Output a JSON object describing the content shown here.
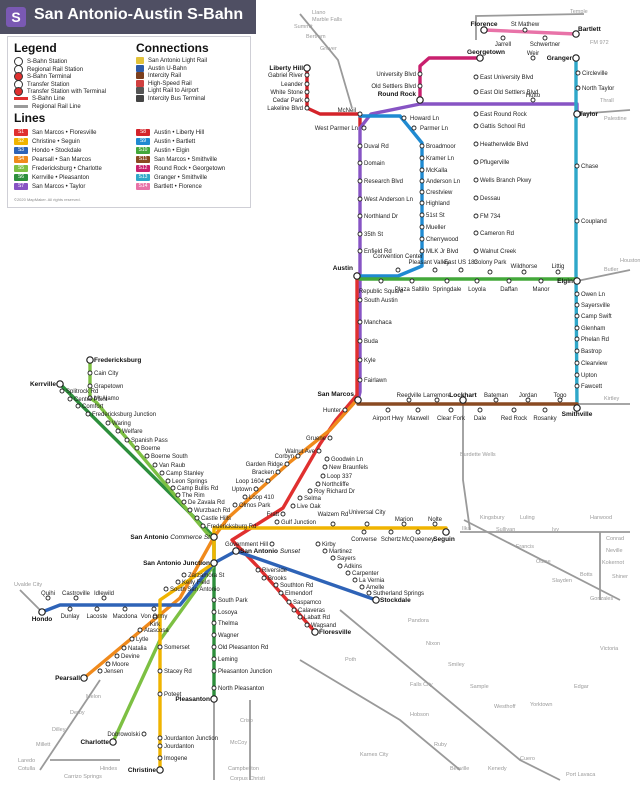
{
  "header": {
    "badge": "S",
    "title": "San Antonio-Austin S-Bahn"
  },
  "legend": {
    "title": "Legend",
    "items": [
      {
        "label": "S-Bahn Station",
        "type": "sbahn-station"
      },
      {
        "label": "Regional Rail Station",
        "type": "regional-station"
      },
      {
        "label": "S-Bahn Terminal",
        "type": "sbahn-terminal"
      },
      {
        "label": "Transfer Station",
        "type": "transfer"
      },
      {
        "label": "Transfer Station with Terminal",
        "type": "transfer-terminal"
      },
      {
        "label": "S-Bahn Line",
        "type": "sbahn-line"
      },
      {
        "label": "Regional Rail Line",
        "type": "regional-line"
      }
    ],
    "connections_title": "Connections",
    "connections": [
      {
        "label": "San Antonio Light Rail",
        "color": "#e2c23a"
      },
      {
        "label": "Austin U-Bahn",
        "color": "#2d5aa8"
      },
      {
        "label": "Intercity Rail",
        "color": "#7a3f1f"
      },
      {
        "label": "High-Speed Rail",
        "color": "#d04040"
      },
      {
        "label": "Light Rail to Airport",
        "color": "#555555"
      },
      {
        "label": "Intercity Bus Terminal",
        "color": "#444444"
      }
    ],
    "lines_title": "Lines",
    "lines": [
      {
        "code": "S1",
        "label": "San Marcos • Floresville",
        "color": "#e0302f"
      },
      {
        "code": "S2",
        "label": "Christine • Seguin",
        "color": "#f0b400"
      },
      {
        "code": "S3",
        "label": "Hondo • Stockdale",
        "color": "#2e63b7"
      },
      {
        "code": "S4",
        "label": "Pearsall • San Marcos",
        "color": "#f08a1c"
      },
      {
        "code": "S5",
        "label": "Fredericksburg • Charlotte",
        "color": "#7dc043"
      },
      {
        "code": "S6",
        "label": "Kerrville • Pleasanton",
        "color": "#2d8f3c"
      },
      {
        "code": "S7",
        "label": "San Marcos • Taylor",
        "color": "#8754c4"
      },
      {
        "code": "S8",
        "label": "Austin • Liberty Hill",
        "color": "#d4232a"
      },
      {
        "code": "S9",
        "label": "Austin • Bartlett",
        "color": "#1f8ad1"
      },
      {
        "code": "S10",
        "label": "Austin • Elgin",
        "color": "#43a83a"
      },
      {
        "code": "S11",
        "label": "San Marcos • Smithville",
        "color": "#8a4a22"
      },
      {
        "code": "S12",
        "label": "Round Rock • Georgetown",
        "color": "#c9206e"
      },
      {
        "code": "S13",
        "label": "Granger • Smithville",
        "color": "#2ea7c9"
      },
      {
        "code": "S14",
        "label": "Bartlett • Florence",
        "color": "#e873a8"
      }
    ],
    "copyright": "©2020 MapMaker. All rights reserved."
  },
  "stations": [
    {
      "id": "liberty-hill",
      "label": "Liberty Hill",
      "bold": true
    },
    {
      "id": "gabriel-river",
      "label": "Gabriel River"
    },
    {
      "id": "leander",
      "label": "Leander"
    },
    {
      "id": "white-stone",
      "label": "White Stone"
    },
    {
      "id": "cedar-park",
      "label": "Cedar Park"
    },
    {
      "id": "lakeline-blvd",
      "label": "Lakeline Blvd"
    },
    {
      "id": "mcneil",
      "label": "McNeil"
    },
    {
      "id": "university-blvd",
      "label": "University Blvd"
    },
    {
      "id": "old-settlers-blvd",
      "label": "Old Settlers Blvd"
    },
    {
      "id": "round-rock",
      "label": "Round Rock",
      "bold": true
    },
    {
      "id": "howard-ln",
      "label": "Howard Ln"
    },
    {
      "id": "parmer-ln",
      "label": "Parmer Ln"
    },
    {
      "id": "west-parmer-ln",
      "label": "West Parmer Ln"
    },
    {
      "id": "duval-rd",
      "label": "Duval Rd"
    },
    {
      "id": "domain",
      "label": "Domain"
    },
    {
      "id": "research-blvd",
      "label": "Research Blvd"
    },
    {
      "id": "west-anderson-ln",
      "label": "West Anderson Ln"
    },
    {
      "id": "northland-dr",
      "label": "Northland Dr"
    },
    {
      "id": "35th-st",
      "label": "35th St"
    },
    {
      "id": "enfield-rd",
      "label": "Enfield Rd"
    },
    {
      "id": "broadmoor",
      "label": "Broadmoor"
    },
    {
      "id": "kramer-ln",
      "label": "Kramer Ln"
    },
    {
      "id": "mckalla",
      "label": "McKalla"
    },
    {
      "id": "anderson-ln",
      "label": "Anderson Ln"
    },
    {
      "id": "crestview",
      "label": "Crestview"
    },
    {
      "id": "highland",
      "label": "Highland"
    },
    {
      "id": "51st-st",
      "label": "51st St"
    },
    {
      "id": "mueller",
      "label": "Mueller"
    },
    {
      "id": "cherrywood",
      "label": "Cherrywood"
    },
    {
      "id": "mlk-jr-blvd",
      "label": "MLK Jr Blvd"
    },
    {
      "id": "convention-center",
      "label": "Convention Center"
    },
    {
      "id": "pleasant-valley",
      "label": "Pleasant Valley"
    },
    {
      "id": "east-us-183",
      "label": "East US 183"
    },
    {
      "id": "colony-park",
      "label": "Colony Park"
    },
    {
      "id": "wildhorse",
      "label": "Wildhorse"
    },
    {
      "id": "littig",
      "label": "Littig"
    },
    {
      "id": "florence",
      "label": "Florence",
      "bold": true
    },
    {
      "id": "jarrell",
      "label": "Jarrell"
    },
    {
      "id": "st-mathew",
      "label": "St Mathew"
    },
    {
      "id": "schwertner",
      "label": "Schwertner"
    },
    {
      "id": "bartlett",
      "label": "Bartlett",
      "bold": true
    },
    {
      "id": "georgetown",
      "label": "Georgetown",
      "bold": true
    },
    {
      "id": "weir",
      "label": "Weir"
    },
    {
      "id": "granger",
      "label": "Granger",
      "bold": true
    },
    {
      "id": "circleville",
      "label": "Circleville"
    },
    {
      "id": "north-taylor",
      "label": "North Taylor"
    },
    {
      "id": "east-university-blvd",
      "label": "East University Blvd"
    },
    {
      "id": "east-old-settlers-blvd",
      "label": "East Old Settlers Blvd"
    },
    {
      "id": "hutto",
      "label": "Hutto"
    },
    {
      "id": "taylor",
      "label": "Taylor",
      "bold": true
    },
    {
      "id": "east-round-rock",
      "label": "East Round Rock"
    },
    {
      "id": "gattis-school-rd",
      "label": "Gattis School Rd"
    },
    {
      "id": "heatherwilde-blvd",
      "label": "Heatherwilde Blvd"
    },
    {
      "id": "pflugerville",
      "label": "Pflugerville"
    },
    {
      "id": "wells-branch-pkwy",
      "label": "Wells Branch Pkwy"
    },
    {
      "id": "dessau",
      "label": "Dessau"
    },
    {
      "id": "fm-734",
      "label": "FM 734"
    },
    {
      "id": "cameron-rd",
      "label": "Cameron Rd"
    },
    {
      "id": "walnut-creek",
      "label": "Walnut Creek"
    },
    {
      "id": "chase",
      "label": "Chase"
    },
    {
      "id": "coupland",
      "label": "Coupland"
    },
    {
      "id": "austin",
      "label": "Austin",
      "bold": true
    },
    {
      "id": "republic-square",
      "label": "Republic Square"
    },
    {
      "id": "plaza-saltillo",
      "label": "Plaza Saltillo"
    },
    {
      "id": "springdale",
      "label": "Springdale"
    },
    {
      "id": "loyola",
      "label": "Loyola"
    },
    {
      "id": "daffan",
      "label": "Daffan"
    },
    {
      "id": "manor",
      "label": "Manor"
    },
    {
      "id": "elgin",
      "label": "Elgin",
      "bold": true
    },
    {
      "id": "owen-ln",
      "label": "Owen Ln"
    },
    {
      "id": "sayersville",
      "label": "Sayersville"
    },
    {
      "id": "camp-swift",
      "label": "Camp Swift"
    },
    {
      "id": "glenham",
      "label": "Glenham"
    },
    {
      "id": "phelan-rd",
      "label": "Phelan Rd"
    },
    {
      "id": "bastrop",
      "label": "Bastrop"
    },
    {
      "id": "clearview",
      "label": "Clearview"
    },
    {
      "id": "upton",
      "label": "Upton"
    },
    {
      "id": "fawcett",
      "label": "Fawcett"
    },
    {
      "id": "south-austin",
      "label": "South Austin"
    },
    {
      "id": "manchaca",
      "label": "Manchaca"
    },
    {
      "id": "buda",
      "label": "Buda"
    },
    {
      "id": "kyle",
      "label": "Kyle"
    },
    {
      "id": "fairlawn",
      "label": "Fairlawn"
    },
    {
      "id": "san-marcos",
      "label": "San Marcos",
      "bold": true
    },
    {
      "id": "hunter",
      "label": "Hunter"
    },
    {
      "id": "airport-hwy",
      "label": "Airport Hwy"
    },
    {
      "id": "reedville",
      "label": "Reedville"
    },
    {
      "id": "maxwell",
      "label": "Maxwell"
    },
    {
      "id": "larremore",
      "label": "Larremore"
    },
    {
      "id": "lockhart",
      "label": "Lockhart",
      "bold": true
    },
    {
      "id": "clear-fork",
      "label": "Clear Fork"
    },
    {
      "id": "dale",
      "label": "Dale"
    },
    {
      "id": "bateman",
      "label": "Bateman"
    },
    {
      "id": "red-rock",
      "label": "Red Rock"
    },
    {
      "id": "jordan",
      "label": "Jordan"
    },
    {
      "id": "rosanky",
      "label": "Rosanky"
    },
    {
      "id": "togo",
      "label": "Togo"
    },
    {
      "id": "smithville",
      "label": "Smithville",
      "bold": true
    },
    {
      "id": "fredericksburg",
      "label": "Fredericksburg",
      "bold": true
    },
    {
      "id": "cain-city",
      "label": "Cain City"
    },
    {
      "id": "grapetown",
      "label": "Grapetown"
    },
    {
      "id": "mt-alamo",
      "label": "Mt Alamo"
    },
    {
      "id": "kerrville",
      "label": "Kerrville",
      "bold": true
    },
    {
      "id": "splitrock-rd",
      "label": "Splitrock Rd"
    },
    {
      "id": "center-point",
      "label": "Center Point"
    },
    {
      "id": "comfort",
      "label": "Comfort"
    },
    {
      "id": "fredericksburg-junction",
      "label": "Fredericksburg Junction"
    },
    {
      "id": "waring",
      "label": "Waring"
    },
    {
      "id": "welfare",
      "label": "Welfare"
    },
    {
      "id": "spanish-pass",
      "label": "Spanish Pass"
    },
    {
      "id": "boerne",
      "label": "Boerne"
    },
    {
      "id": "boerne-south",
      "label": "Boerne South"
    },
    {
      "id": "van-raub",
      "label": "Van Raub"
    },
    {
      "id": "camp-stanley",
      "label": "Camp Stanley"
    },
    {
      "id": "leon-springs",
      "label": "Leon Springs"
    },
    {
      "id": "camp-bullis-rd",
      "label": "Camp Bullis Rd"
    },
    {
      "id": "the-rim",
      "label": "The Rim"
    },
    {
      "id": "de-zavala-rd",
      "label": "De Zavala Rd"
    },
    {
      "id": "wurzbach-rd",
      "label": "Wurzbach Rd"
    },
    {
      "id": "castle-hills",
      "label": "Castle Hills"
    },
    {
      "id": "fredericksburg-rd",
      "label": "Fredericksburg Rd"
    },
    {
      "id": "gruene",
      "label": "Gruene"
    },
    {
      "id": "walnut-ave",
      "label": "Walnut Ave"
    },
    {
      "id": "corbyn",
      "label": "Corbyn"
    },
    {
      "id": "garden-ridge",
      "label": "Garden Ridge"
    },
    {
      "id": "bracken",
      "label": "Bracken"
    },
    {
      "id": "loop-1604",
      "label": "Loop 1604"
    },
    {
      "id": "uptown",
      "label": "Uptown"
    },
    {
      "id": "loop-410",
      "label": "Loop 410"
    },
    {
      "id": "olmos-park",
      "label": "Olmos Park"
    },
    {
      "id": "goodwin-ln",
      "label": "Goodwin Ln"
    },
    {
      "id": "new-braunfels",
      "label": "New Braunfels"
    },
    {
      "id": "loop-337",
      "label": "Loop 337"
    },
    {
      "id": "northcliffe",
      "label": "Northcliffe"
    },
    {
      "id": "roy-richard-dr",
      "label": "Roy Richard Dr"
    },
    {
      "id": "selma",
      "label": "Selma"
    },
    {
      "id": "live-oak",
      "label": "Live Oak"
    },
    {
      "id": "fratt",
      "label": "Fratt"
    },
    {
      "id": "gulf-junction",
      "label": "Gulf Junction"
    },
    {
      "id": "walzem-rd",
      "label": "Walzem Rd"
    },
    {
      "id": "universal-city",
      "label": "Universal City"
    },
    {
      "id": "converse",
      "label": "Converse"
    },
    {
      "id": "schertz",
      "label": "Schertz"
    },
    {
      "id": "marion",
      "label": "Marion"
    },
    {
      "id": "mcqueeney",
      "label": "McQueeney"
    },
    {
      "id": "nolte",
      "label": "Nolte"
    },
    {
      "id": "seguin",
      "label": "Seguin",
      "bold": true
    },
    {
      "id": "sa-commerce-st",
      "label": "San Antonio",
      "suffix": "Commerce St",
      "bold": true
    },
    {
      "id": "government-hill",
      "label": "Government Hill"
    },
    {
      "id": "sa-sunset",
      "label": "San Antonio",
      "suffix": "Sunset",
      "bold": true
    },
    {
      "id": "kirby",
      "label": "Kirby"
    },
    {
      "id": "martinez",
      "label": "Martinez"
    },
    {
      "id": "sayers",
      "label": "Sayers"
    },
    {
      "id": "adkins",
      "label": "Adkins"
    },
    {
      "id": "carpenter",
      "label": "Carpenter"
    },
    {
      "id": "la-vernia",
      "label": "La Vernia"
    },
    {
      "id": "amelle",
      "label": "Amelle"
    },
    {
      "id": "sutherland-springs",
      "label": "Sutherland Springs"
    },
    {
      "id": "stockdale",
      "label": "Stockdale",
      "bold": true
    },
    {
      "id": "sa-junction",
      "label": "San Antonio Junction",
      "bold": true
    },
    {
      "id": "zarzamora-st",
      "label": "Zarzamora St"
    },
    {
      "id": "kelly-field",
      "label": "Kelly Field"
    },
    {
      "id": "south-sa",
      "label": "South San Antonio"
    },
    {
      "id": "riverside",
      "label": "Riverside"
    },
    {
      "id": "brooks",
      "label": "Brooks"
    },
    {
      "id": "southton-rd",
      "label": "Southton Rd"
    },
    {
      "id": "elmendorf",
      "label": "Elmendorf"
    },
    {
      "id": "saspamco",
      "label": "Saspamco"
    },
    {
      "id": "calaveras",
      "label": "Calaveras"
    },
    {
      "id": "labatt-rd",
      "label": "Labatt Rd"
    },
    {
      "id": "wagsand",
      "label": "Wagsand"
    },
    {
      "id": "floresville",
      "label": "Floresville",
      "bold": true
    },
    {
      "id": "hondo",
      "label": "Hondo",
      "bold": true
    },
    {
      "id": "quihi",
      "label": "Quihi"
    },
    {
      "id": "castroville",
      "label": "Castroville"
    },
    {
      "id": "idlewild",
      "label": "Idlewild"
    },
    {
      "id": "dunlay",
      "label": "Dunlay"
    },
    {
      "id": "lacoste",
      "label": "Lacoste"
    },
    {
      "id": "macdona",
      "label": "Macdona"
    },
    {
      "id": "von-ormy",
      "label": "Von Ormy"
    },
    {
      "id": "kirk",
      "label": "Kirk"
    },
    {
      "id": "south-park",
      "label": "South Park"
    },
    {
      "id": "losoya",
      "label": "Losoya"
    },
    {
      "id": "thelma",
      "label": "Thelma"
    },
    {
      "id": "wagner",
      "label": "Wagner"
    },
    {
      "id": "old-pleasanton-rd",
      "label": "Old Pleasanton Rd"
    },
    {
      "id": "leming",
      "label": "Leming"
    },
    {
      "id": "pleasanton-junction",
      "label": "Pleasanton Junction"
    },
    {
      "id": "north-pleasanton",
      "label": "North Pleasanton"
    },
    {
      "id": "pleasanton",
      "label": "Pleasanton",
      "bold": true
    },
    {
      "id": "atascosa",
      "label": "Atascosa"
    },
    {
      "id": "lytle",
      "label": "Lytle"
    },
    {
      "id": "natalia",
      "label": "Natalia"
    },
    {
      "id": "devine",
      "label": "Devine"
    },
    {
      "id": "moore",
      "label": "Moore"
    },
    {
      "id": "jensen",
      "label": "Jensen"
    },
    {
      "id": "pearsall",
      "label": "Pearsall",
      "bold": true
    },
    {
      "id": "somerset",
      "label": "Somerset"
    },
    {
      "id": "stacey-rd",
      "label": "Stacey Rd"
    },
    {
      "id": "poteet",
      "label": "Poteet"
    },
    {
      "id": "dobrowolski",
      "label": "Dobrowolski"
    },
    {
      "id": "charlotte",
      "label": "Charlotte",
      "bold": true
    },
    {
      "id": "jourdanton-junction",
      "label": "Jourdanton Junction"
    },
    {
      "id": "jourdanton",
      "label": "Jourdanton"
    },
    {
      "id": "imogene",
      "label": "Imogene"
    },
    {
      "id": "christine",
      "label": "Christine",
      "bold": true
    }
  ],
  "regional_places": [
    "Llano",
    "Marble Falls",
    "Summit",
    "Bertram",
    "Grover",
    "Temple",
    "FM 972",
    "Thrall",
    "Palestine",
    "Houston",
    "Butler",
    "Kirtley",
    "Burdette Wells",
    "Kingsbury",
    "Luling",
    "Ilka",
    "Sullivan",
    "Ivy",
    "Francis",
    "Harwood",
    "Conrad",
    "Neville",
    "Kokernot",
    "Botts",
    "Ottine",
    "Slayden",
    "Gonzales",
    "Shiner",
    "Pandora",
    "Nixon",
    "Smiley",
    "Westhoff",
    "Yorktown",
    "Sample",
    "Edgar",
    "Cuero",
    "Port Lavaca",
    "Victoria",
    "Wagsand",
    "Falls City",
    "Poth",
    "Hobson",
    "Karnes City",
    "Kenedy",
    "Ruby",
    "Beeville",
    "Corpus Christi",
    "Campbellton",
    "McCoy",
    "Crisp",
    "Derby",
    "Dilley",
    "Millett",
    "Cotulla",
    "Hindes",
    "Laredo",
    "Uvalde City",
    "Carrizo Springs",
    "Melon",
    "Jensen"
  ],
  "map": {
    "background": "#ffffff",
    "regional_line_color": "#9a9a9a"
  }
}
